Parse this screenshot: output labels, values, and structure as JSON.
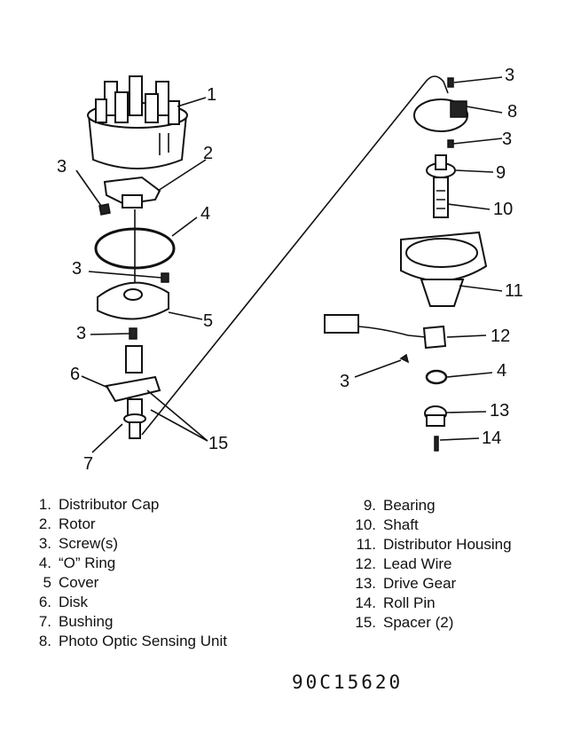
{
  "callouts": {
    "c1": "1",
    "c2": "2",
    "c3a": "3",
    "c4a": "4",
    "c3b": "3",
    "c5": "5",
    "c3c": "3",
    "c6": "6",
    "c7": "7",
    "c15": "15",
    "c3d": "3",
    "c8": "8",
    "c3e": "3",
    "c9": "9",
    "c10": "10",
    "c11": "11",
    "c12": "12",
    "c3f": "3",
    "c4b": "4",
    "c13": "13",
    "c14": "14"
  },
  "legend_left": [
    {
      "num": "1.",
      "label": "Distributor Cap"
    },
    {
      "num": "2.",
      "label": "Rotor"
    },
    {
      "num": "3.",
      "label": "Screw(s)"
    },
    {
      "num": "4.",
      "label": "“O” Ring"
    },
    {
      "num": "5",
      "label": "Cover"
    },
    {
      "num": "6.",
      "label": "Disk"
    },
    {
      "num": "7.",
      "label": "Bushing"
    },
    {
      "num": "8.",
      "label": "Photo Optic Sensing Unit"
    }
  ],
  "legend_right": [
    {
      "num": "9.",
      "label": "Bearing"
    },
    {
      "num": "10.",
      "label": "Shaft"
    },
    {
      "num": "11.",
      "label": "Distributor Housing"
    },
    {
      "num": "12.",
      "label": "Lead Wire"
    },
    {
      "num": "13.",
      "label": "Drive Gear"
    },
    {
      "num": "14.",
      "label": "Roll Pin"
    },
    {
      "num": "15.",
      "label": "Spacer (2)"
    }
  ],
  "figure_code": "90C15620"
}
